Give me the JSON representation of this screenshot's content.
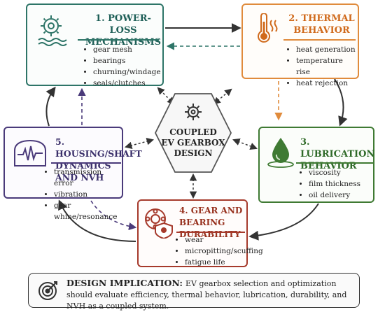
{
  "nodes": {
    "power_loss": {
      "title_lines": [
        "1. Power-Loss",
        "Mechanisms"
      ],
      "items": [
        "gear mesh",
        "bearings",
        "churning/windage",
        "seals/clutches"
      ]
    },
    "thermal": {
      "title_lines": [
        "2. Thermal",
        "Behavior"
      ],
      "items": [
        "heat generation",
        "temperature rise",
        "heat rejection"
      ]
    },
    "lubrication": {
      "title_lines": [
        "3. Lubrication",
        "Behavior"
      ],
      "items": [
        "viscosity",
        "film thickness",
        "oil delivery"
      ]
    },
    "durability": {
      "title_lines": [
        "4. Gear and",
        "Bearing Durability"
      ],
      "items": [
        "wear",
        "micropitting/scuffing",
        "fatigue life"
      ]
    },
    "housing": {
      "title_lines": [
        "5. Housing/Shaft",
        "Dynamics and NVH"
      ],
      "items": [
        "transmission error",
        "vibration",
        "gear whine/resonance"
      ]
    }
  },
  "center": {
    "lines": [
      "Coupled",
      "EV Gearbox",
      "Design"
    ]
  },
  "implication": {
    "label": "Design Implication:",
    "text": "EV gearbox selection and optimization should evaluate efficiency, thermal behavior, lubrication, durability, and NVH as a coupled system."
  },
  "colors": {
    "power_loss": "#2e7568",
    "thermal": "#e08b3c",
    "lubrication": "#3f7a33",
    "durability": "#a63a2c",
    "housing": "#4a3a7a",
    "connector": "#333333"
  },
  "icons": {
    "power_loss": "gear-waves-icon",
    "thermal": "thermometer-heat-icon",
    "lubrication": "oil-drop-icon",
    "durability": "bearing-shield-icon",
    "housing": "housing-vibration-icon",
    "center": "gear-icon",
    "implication": "target-icon"
  }
}
